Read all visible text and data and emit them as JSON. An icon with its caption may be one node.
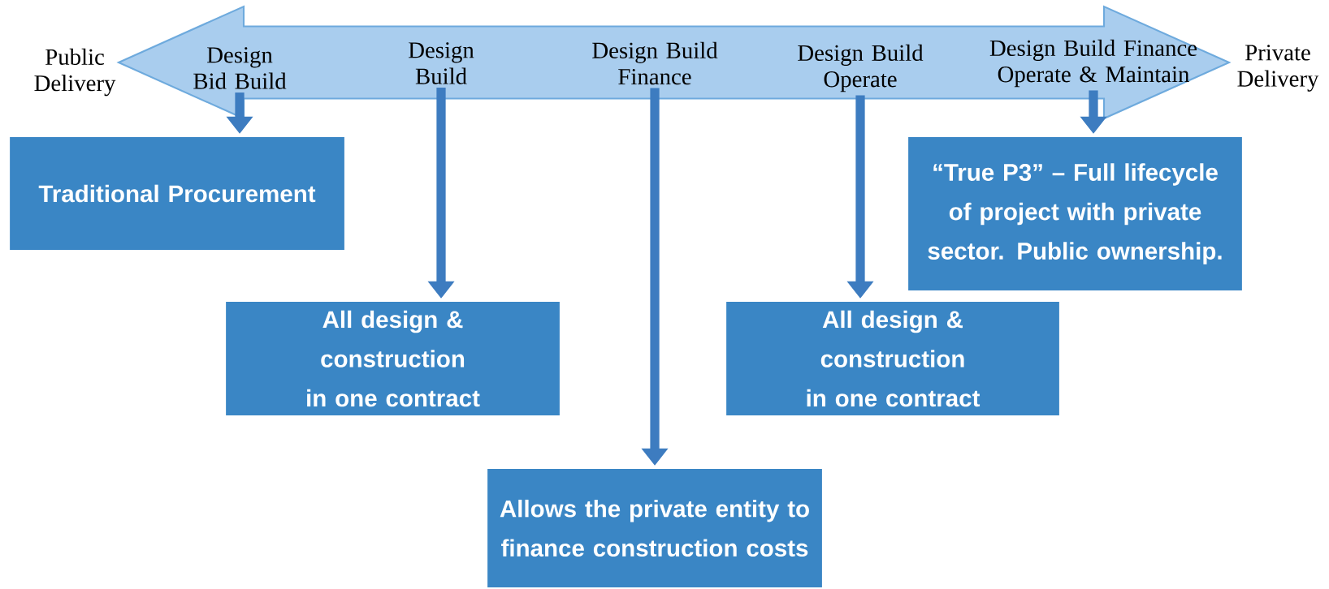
{
  "diagram": {
    "nodes": [
      {
        "text": [],
        "shape": "arrow"
      },
      {
        "text": [
          "Design Bid Build"
        ],
        "in": 0
      },
      {
        "text": [
          "Design Build"
        ],
        "in": 0
      },
      {
        "text": [
          "Design Build Finance"
        ],
        "in": 0
      },
      {
        "text": [
          "Design Build Operate"
        ],
        "in": 0
      },
      {
        "text": [
          "Design Build Finance Operate & Maintain"
        ],
        "in": 0
      },
      {
        "text": [
          "Traditional Procurement"
        ]
      },
      {
        "text": [
          "All design & construction in one contract"
        ]
      },
      {
        "text": [
          "Allows the private entity to finance construction costs"
        ]
      },
      {
        "text": [
          "All design & construction in one contract"
        ]
      },
      {
        "text": [
          "“True P3” – Full lifecycle of project with private sector. Public ownership."
        ]
      }
    ],
    "edges": [
      {
        "from": 1,
        "to": 6,
        "arrow": "to"
      },
      {
        "from": 2,
        "to": 7,
        "arrow": "to"
      },
      {
        "from": 3,
        "to": 8,
        "arrow": "to"
      },
      {
        "from": 4,
        "to": 9,
        "arrow": "to"
      },
      {
        "from": 5,
        "to": 10,
        "arrow": "to"
      }
    ],
    "labels": [
      "Public Delivery",
      "Private Delivery"
    ]
  }
}
